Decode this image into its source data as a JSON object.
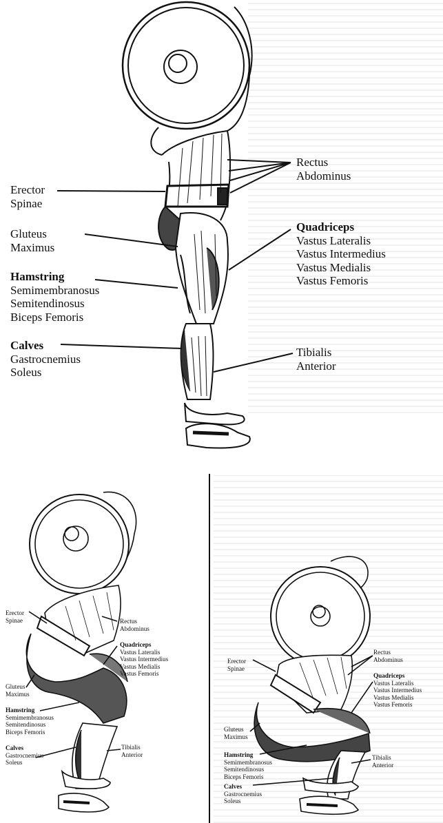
{
  "top": {
    "labels": {
      "erector": [
        "Erector",
        "Spinae"
      ],
      "gluteus": [
        "Gluteus",
        "Maximus"
      ],
      "hamstring": {
        "title": "Hamstring",
        "items": [
          "Semimembranosus",
          "Semitendinosus",
          "Biceps Femoris"
        ]
      },
      "calves": {
        "title": "Calves",
        "items": [
          "Gastrocnemius",
          "Soleus"
        ]
      },
      "rectus": [
        "Rectus",
        "Abdominus"
      ],
      "quadriceps": {
        "title": "Quadriceps",
        "items": [
          "Vastus Lateralis",
          "Vastus Intermedius",
          "Vastus Medialis",
          "Vastus Femoris"
        ]
      },
      "tibialis": [
        "Tibialis",
        "Anterior"
      ]
    }
  },
  "bottom_left": {
    "labels": {
      "erector": [
        "Erector",
        "Spinae"
      ],
      "rectus": [
        "Rectus",
        "Abdominus"
      ],
      "quadriceps": {
        "title": "Quadriceps",
        "items": [
          "Vastus Lateralis",
          "Vastus Intermedius",
          "Vastus Medialis",
          "Vastus Femoris"
        ]
      },
      "gluteus": [
        "Gluteus",
        "Maximus"
      ],
      "hamstring": {
        "title": "Hamstring",
        "items": [
          "Semimembranosus",
          "Semitendinosus",
          "Biceps Femoris"
        ]
      },
      "calves": {
        "title": "Calves",
        "items": [
          "Gastrocnemius",
          "Soleus"
        ]
      },
      "tibialis": [
        "Tibialis",
        "Anterior"
      ]
    }
  },
  "bottom_right": {
    "labels": {
      "rectus": [
        "Rectus",
        "Abdominus"
      ],
      "erector": [
        "Erector",
        "Spinae"
      ],
      "quadriceps": {
        "title": "Quadriceps",
        "items": [
          "Vastus Lateralis",
          "Vastus Intermedius",
          "Vastus Medialis",
          "Vastus Femoris"
        ]
      },
      "gluteus": [
        "Gluteus",
        "Maximus"
      ],
      "tibialis": [
        "Tibialis",
        "Anterior"
      ],
      "hamstring": {
        "title": "Hamstring",
        "items": [
          "Semimembranosus",
          "Semitendinosus",
          "Biceps Femoris"
        ]
      },
      "calves": {
        "title": "Calves",
        "items": [
          "Gastrocnemius",
          "Soleus"
        ]
      }
    }
  }
}
